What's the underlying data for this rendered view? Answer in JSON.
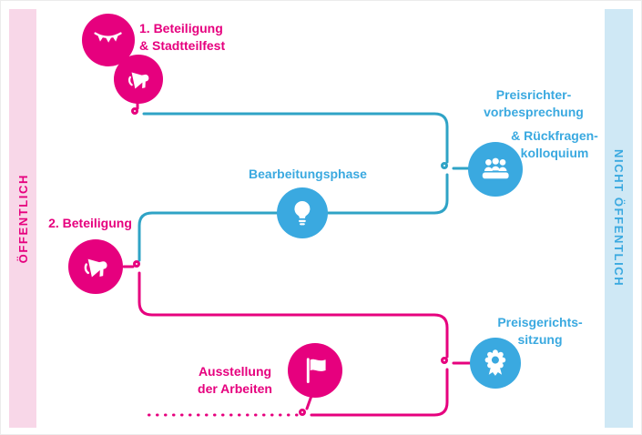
{
  "colors": {
    "pink": "#e6007e",
    "blue": "#3aa9e0",
    "teal": "#2fa3c6",
    "band_pink": "#f8d7e8",
    "band_blue": "#cfe8f5"
  },
  "bands": {
    "left": {
      "label": "ÖFFENTLICH"
    },
    "right": {
      "label": "NICHT ÖFFENTLICH"
    }
  },
  "steps": {
    "beteiligung1": {
      "lines": [
        "1. Beteiligung",
        "& Stadtteilfest"
      ],
      "icons": [
        "bunting-icon",
        "megaphone-icon"
      ]
    },
    "preisrichter": {
      "lines_top": [
        "Preisrichter-",
        "vorbesprechung"
      ],
      "lines_side": [
        "& Rückfragen-",
        "kolloquium"
      ],
      "icon": "jury-panel-icon"
    },
    "bearbeitungsphase": {
      "label": "Bearbeitungsphase",
      "icon": "lightbulb-icon"
    },
    "beteiligung2": {
      "label": "2. Beteiligung",
      "icon": "megaphone-icon"
    },
    "preisgericht": {
      "lines": [
        "Preisgerichts-",
        "sitzung"
      ],
      "icon": "award-rosette-icon"
    },
    "ausstellung": {
      "lines": [
        "Ausstellung",
        "der Arbeiten"
      ],
      "icon": "flag-icon"
    }
  }
}
